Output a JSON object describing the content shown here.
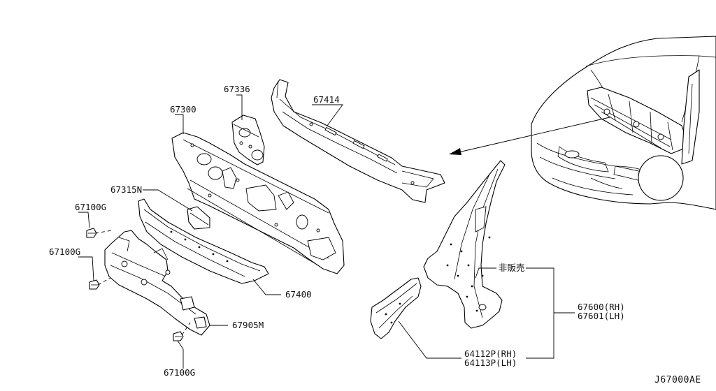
{
  "part_labels": {
    "p67336": "67336",
    "p67414": "67414",
    "p67300": "67300",
    "p67315N": "67315N",
    "p67100G_top": "67100G",
    "p67100G_mid": "67100G",
    "p67100G_bottom": "67100G",
    "p67400": "67400",
    "p67905M": "67905M",
    "not_for_sale": "非販売",
    "p67600": "67600(RH)",
    "p67601": "67601(LH)",
    "p64112P": "64112P(RH)",
    "p64113P": "64113P(LH)"
  },
  "diagram_ref": "J67000AE"
}
